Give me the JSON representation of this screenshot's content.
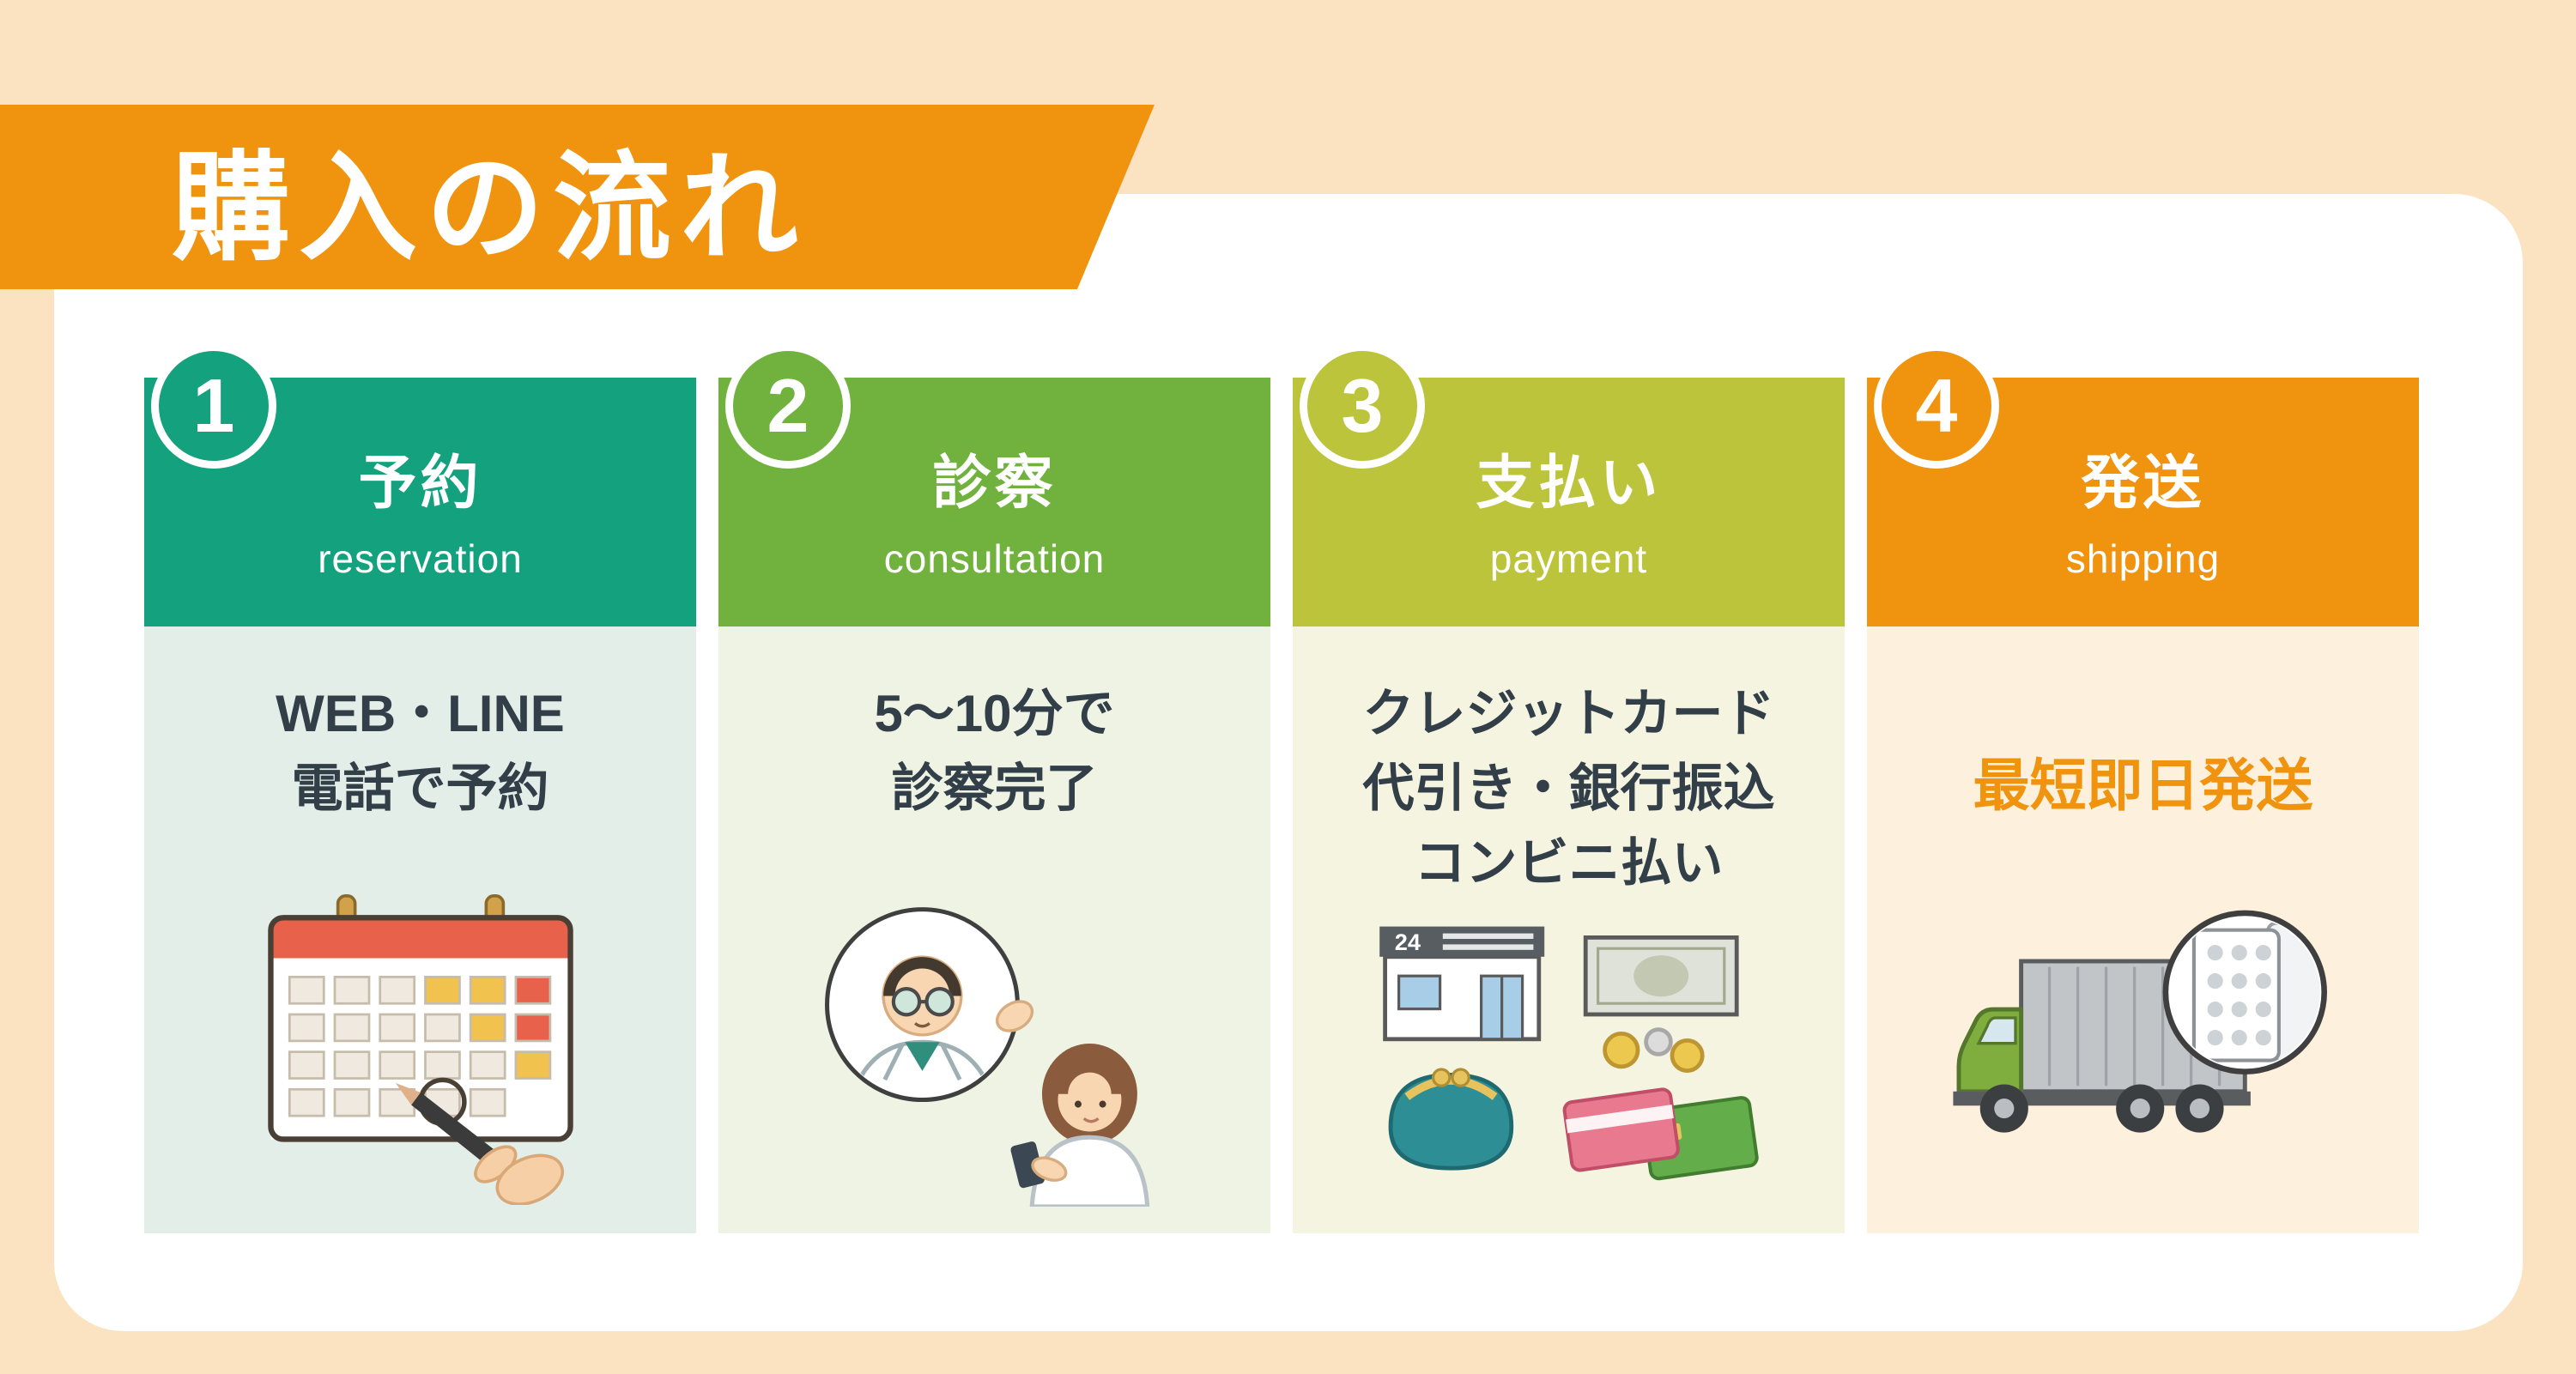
{
  "page": {
    "title": "購入の流れ"
  },
  "colors": {
    "background": "#fbe3c1",
    "panel": "#ffffff",
    "banner": "#f0930f",
    "text": "#323e48",
    "step4_highlight": "#f0930f"
  },
  "steps": [
    {
      "number": "1",
      "title": "予約",
      "subtitle": "reservation",
      "lines": [
        "WEB・LINE",
        "電話で予約"
      ],
      "accent": "#14a17d",
      "body_bg": "#e4eee9",
      "icon": "calendar-illustration"
    },
    {
      "number": "2",
      "title": "診察",
      "subtitle": "consultation",
      "lines": [
        "5〜10分で",
        "診察完了"
      ],
      "accent": "#70b23d",
      "body_bg": "#eef3e3",
      "icon": "doctor-patient-illustration"
    },
    {
      "number": "3",
      "title": "支払い",
      "subtitle": "payment",
      "lines": [
        "クレジットカード",
        "代引き・銀行振込",
        "コンビニ払い"
      ],
      "accent": "#bbc43a",
      "body_bg": "#f4f4e1",
      "icon": "payment-methods-illustration"
    },
    {
      "number": "4",
      "title": "発送",
      "subtitle": "shipping",
      "lines": [
        "最短即日発送"
      ],
      "accent": "#f0930f",
      "body_bg": "#fdf0dc",
      "highlight_color": "#f0930f",
      "icon": "delivery-truck-illustration"
    }
  ],
  "illustrations": {
    "store_sign": "24"
  }
}
